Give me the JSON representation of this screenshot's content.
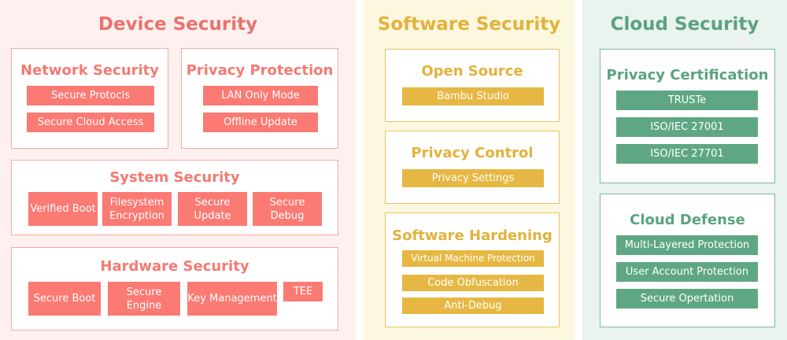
{
  "device": {
    "title": "Device Security",
    "network": {
      "title": "Network Security",
      "items": [
        "Secure Protocls",
        "Secure Cloud Access"
      ]
    },
    "privacy": {
      "title": "Privacy Protection",
      "items": [
        "LAN Only Mode",
        "Offline Update"
      ]
    },
    "system": {
      "title": "System Security",
      "items": [
        "Verified Boot",
        "Filesystem Encryption",
        "Secure Update",
        "Secure Debug"
      ]
    },
    "hardware": {
      "title": "Hardware Security",
      "items": [
        "Secure Boot",
        "Secure Engine",
        "Key Management",
        "TEE"
      ]
    }
  },
  "software": {
    "title": "Software Security",
    "open": {
      "title": "Open Source",
      "items": [
        "Bambu Studio"
      ]
    },
    "control": {
      "title": "Privacy Control",
      "items": [
        "Privacy Settings"
      ]
    },
    "hardening": {
      "title": "Software Hardening",
      "items": [
        "Virtual Machine Protection",
        "Code Obfuscation",
        "Anti-Debug"
      ]
    }
  },
  "cloud": {
    "title": "Cloud Security",
    "cert": {
      "title": "Privacy Certification",
      "items": [
        "TRUSTe",
        "ISO/IEC 27001",
        "ISO/IEC 27701"
      ]
    },
    "defense": {
      "title": "Cloud Defense",
      "items": [
        "Multi-Layered Protection",
        "User Account Protection",
        "Secure Opertation"
      ]
    }
  }
}
